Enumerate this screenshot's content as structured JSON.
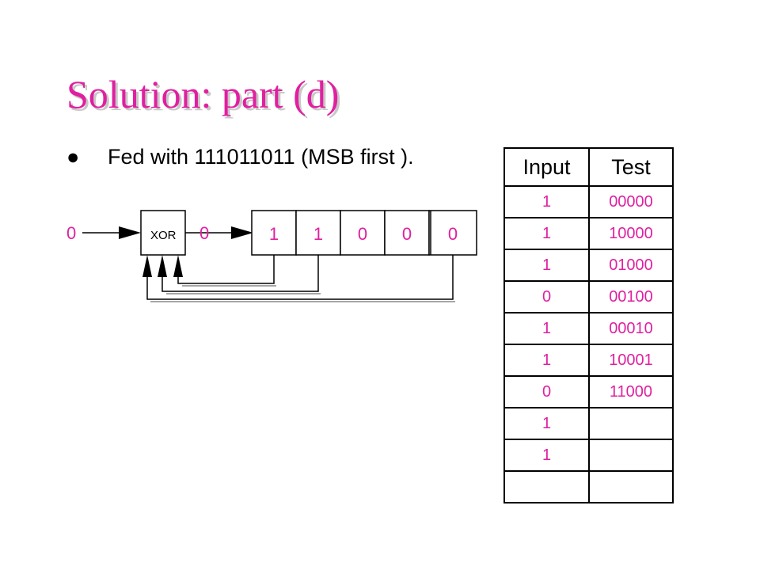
{
  "title": "Solution: part (d)",
  "bullet": {
    "symbol": "●",
    "text": "Fed with 111011011 (MSB first )."
  },
  "diagram": {
    "input_value": "0",
    "xor_label": "XOR",
    "xor_output": "0",
    "register_bits": [
      "1",
      "1",
      "0",
      "0",
      "0"
    ]
  },
  "table": {
    "headers": [
      "Input",
      "Test"
    ],
    "rows": [
      {
        "input": "1",
        "test": "00000"
      },
      {
        "input": "1",
        "test": "10000"
      },
      {
        "input": "1",
        "test": "01000"
      },
      {
        "input": "0",
        "test": "00100"
      },
      {
        "input": "1",
        "test": "00010"
      },
      {
        "input": "1",
        "test": "10001"
      },
      {
        "input": "0",
        "test": "11000"
      },
      {
        "input": "1",
        "test": ""
      },
      {
        "input": "1",
        "test": ""
      },
      {
        "input": "",
        "test": ""
      }
    ]
  },
  "colors": {
    "accent": "#e020a0",
    "text": "#000000",
    "shadow": "#c8c8c8"
  }
}
